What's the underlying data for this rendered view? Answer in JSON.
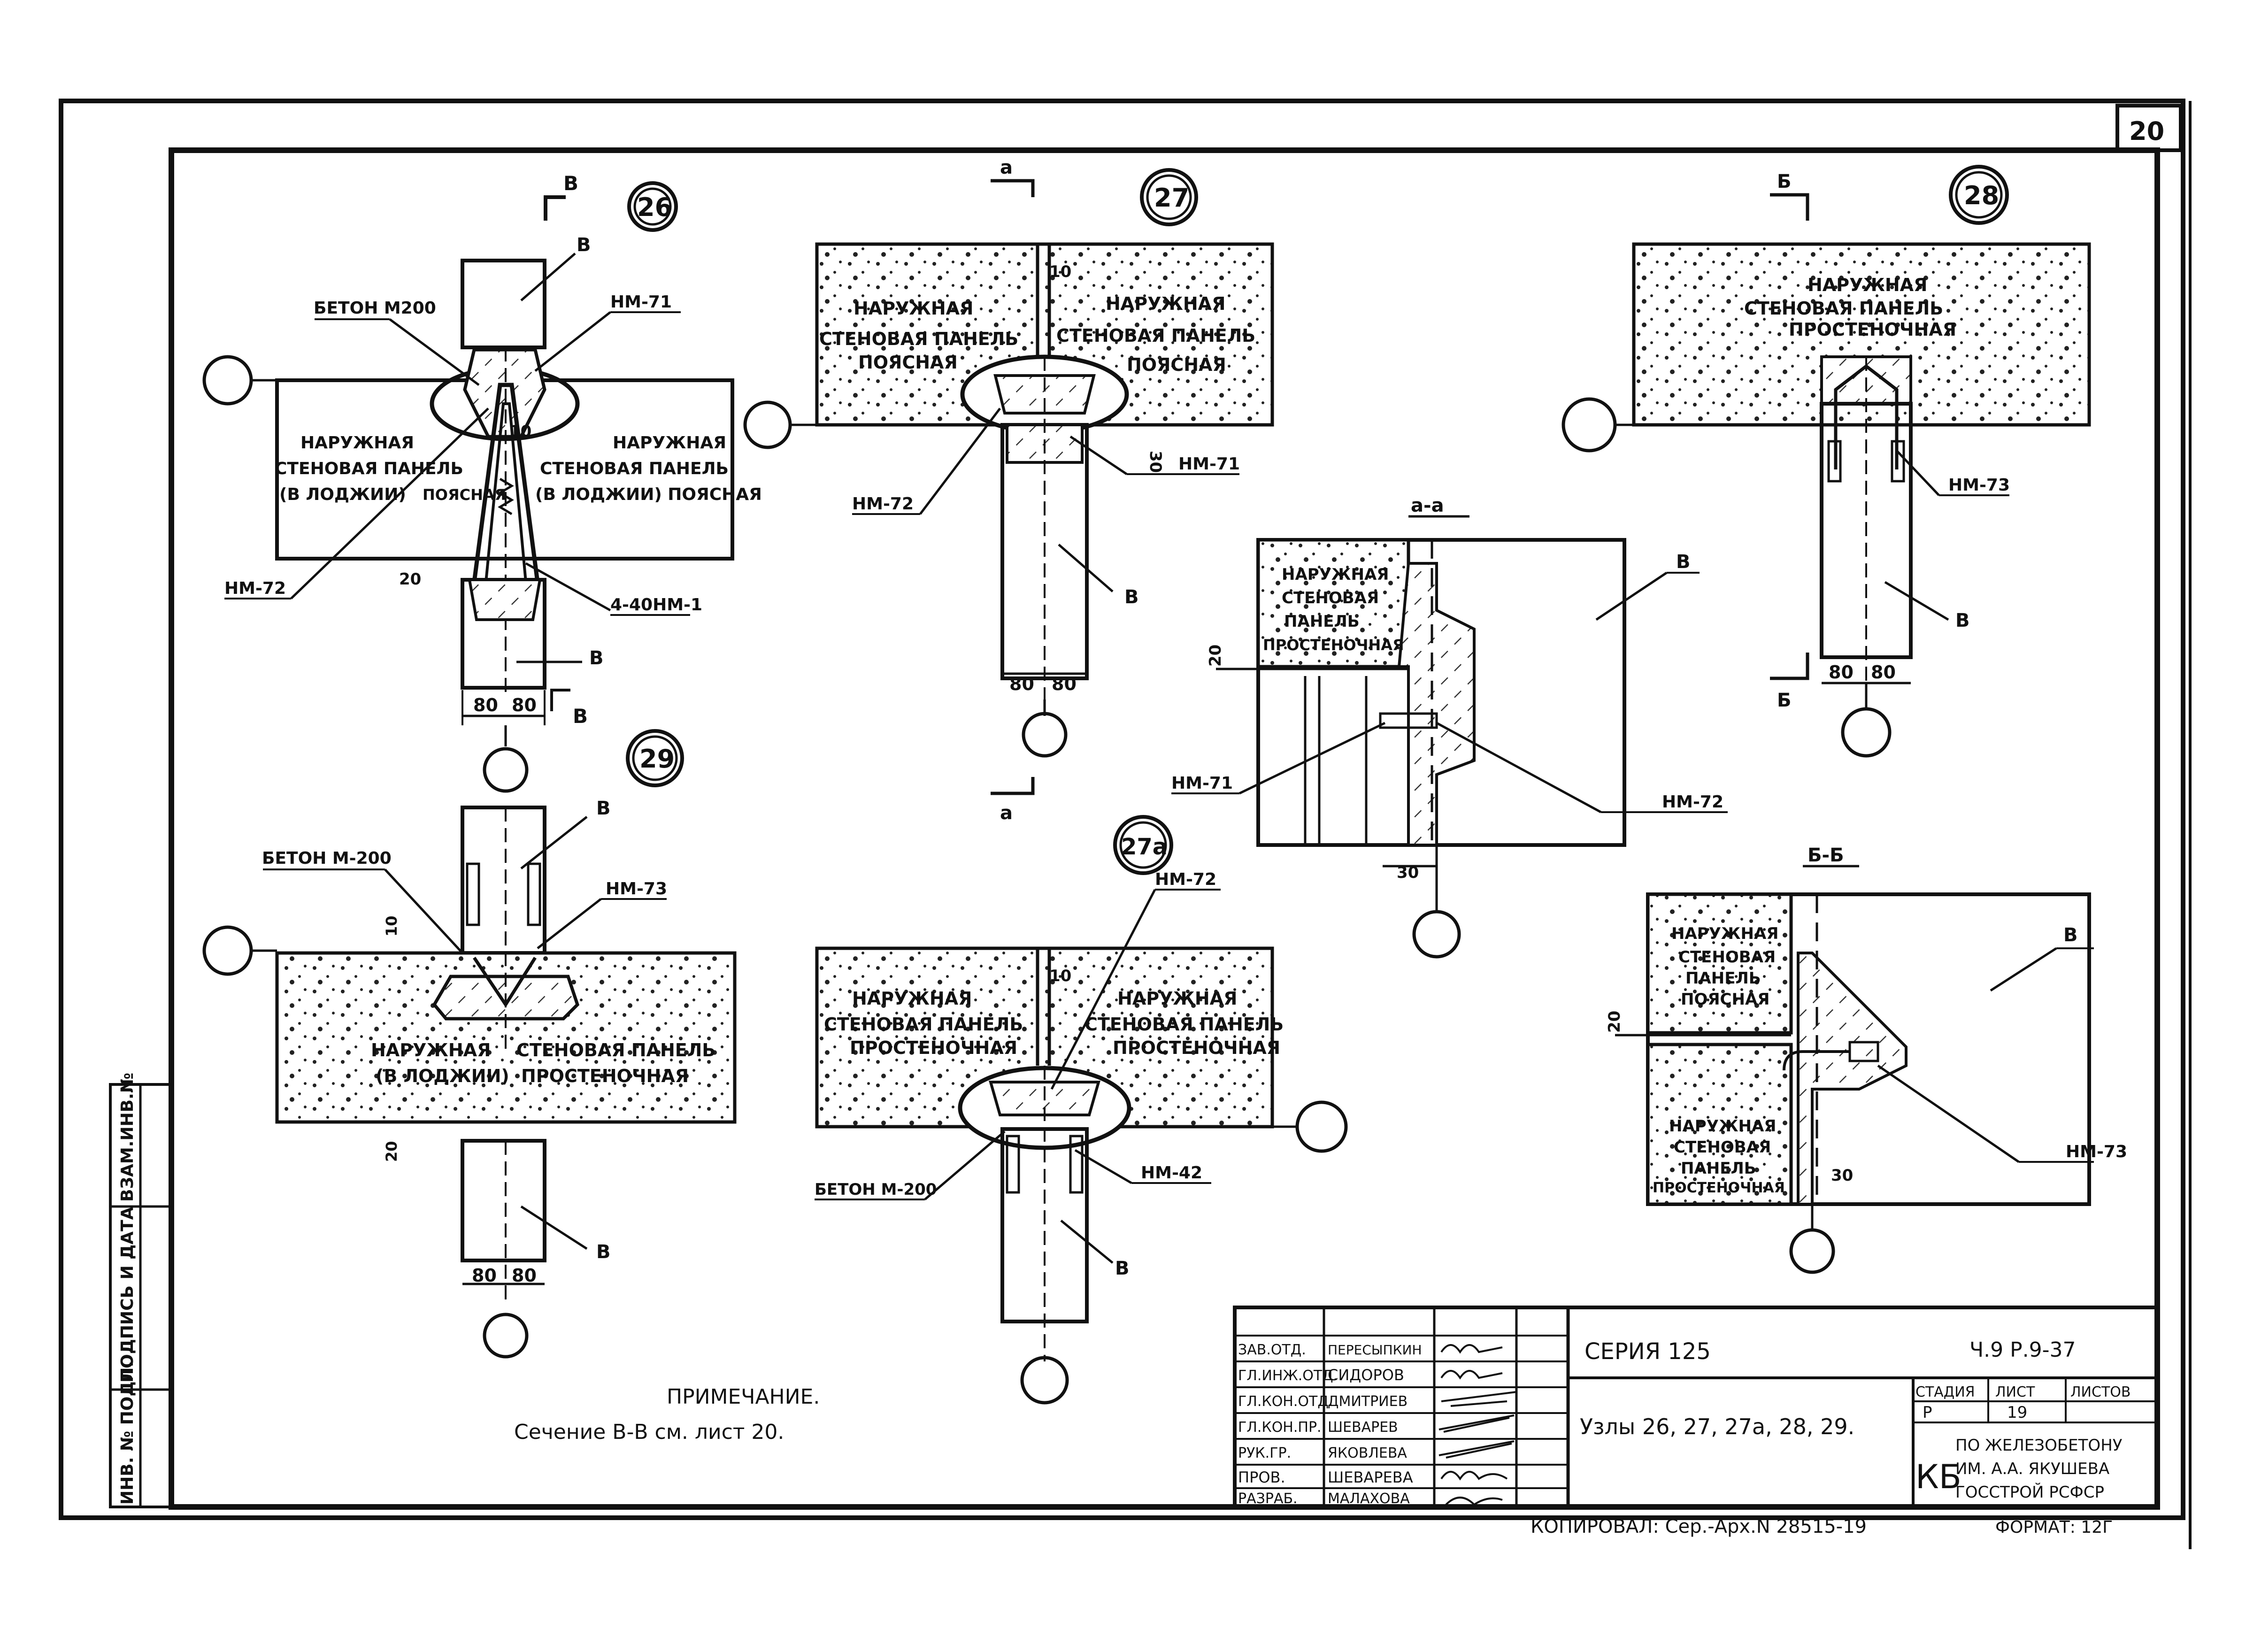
{
  "sheet": {
    "number": "20",
    "format": "ФОРМАТ: 12Г",
    "copied": "КОПИРОВАЛ: Сер.-Арх.N 28515-19"
  },
  "side_stamp": [
    "ИНВ. № ПОДЛ.",
    "ПОДПИСЬ И ДАТА",
    "ВЗАМ.ИНВ.№"
  ],
  "node26": {
    "id": "26",
    "section_mark": "В",
    "label_beton": "БЕТОН М200",
    "label_nm71": "НМ-71",
    "label_nm72": "НМ-72",
    "label_nm1": "4-40НМ-1",
    "dim_10": "10",
    "dim_20": "20",
    "dim_80a": "80",
    "dim_80b": "80",
    "label_v1": "В",
    "label_v2": "В",
    "left_panel": [
      "НАРУЖНАЯ",
      "СТЕНОВАЯ ПАНЕЛЬ",
      "(В ЛОДЖИИ)"
    ],
    "right_panel": [
      "НАРУЖНАЯ",
      "СТЕНОВАЯ ПАНЕЛЬ",
      "(В ЛОДЖИИ) ПОЯСНАЯ"
    ],
    "mid_word": "ПОЯСНАЯ"
  },
  "node27": {
    "id": "27",
    "section_mark": "а",
    "dim_10": "10",
    "dim_30": "30",
    "label_nm72": "НМ-72",
    "label_nm71": "НМ-71",
    "label_v": "В",
    "dim_80a": "80",
    "dim_80b": "80",
    "left_panel": [
      "НАРУЖНАЯ",
      "СТЕНОВАЯ ПАНЕЛЬ",
      "ПОЯСНАЯ"
    ],
    "right_panel": [
      "НАРУЖНАЯ",
      "СТЕНОВАЯ ПАНЕЛЬ",
      "ПОЯСНАЯ"
    ]
  },
  "node28": {
    "id": "28",
    "section_mark": "Б",
    "label_nm73": "НМ-73",
    "label_v": "В",
    "dim_80a": "80",
    "dim_80b": "80",
    "panel": [
      "НАРУЖНАЯ",
      "СТЕНОВАЯ ПАНЕЛЬ",
      "ПРОСТЕНОЧНАЯ"
    ]
  },
  "node29": {
    "id": "29",
    "label_beton": "БЕТОН М-200",
    "label_nm73": "НМ-73",
    "label_v1": "В",
    "label_v2": "В",
    "dim_10": "10",
    "dim_20": "20",
    "dim_80a": "80",
    "dim_80b": "80",
    "panel": [
      "НАРУЖНАЯ",
      "СТЕНОВАЯ ПАНЕЛЬ",
      "(В ЛОДЖИИ)",
      "ПРОСТЕНОЧНАЯ"
    ]
  },
  "node27a": {
    "id": "27а",
    "label_nm72": "НМ-72",
    "label_nm42": "НМ-42",
    "label_beton": "БЕТОН М-200",
    "label_v": "В",
    "dim_10": "10",
    "left_panel": [
      "НАРУЖНАЯ",
      "СТЕНОВАЯ ПАНЕЛЬ",
      "ПРОСТЕНОЧНАЯ"
    ],
    "right_panel": [
      "НАРУЖНАЯ",
      "СТЕНОВАЯ ПАНЕЛЬ",
      "ПРОСТЕНОЧНАЯ"
    ]
  },
  "section_aa": {
    "title": "а-а",
    "panel": [
      "НАРУЖНАЯ",
      "СТЕНОВАЯ",
      "ПАНЕЛЬ",
      "ПРОСТЕНОЧНАЯ"
    ],
    "label_v": "В",
    "label_nm71": "НМ-71",
    "label_nm72": "НМ-72",
    "dim_20": "20",
    "dim_30": "30"
  },
  "section_bb": {
    "title": "Б-Б",
    "panel_top": [
      "НАРУЖНАЯ",
      "СТЕНОВАЯ",
      "ПАНЕЛЬ",
      "ПОЯСНАЯ"
    ],
    "panel_bottom": [
      "НАРУЖНАЯ",
      "СТЕНОВАЯ",
      "ПАНЕЛЬ",
      "ПРОСТЕНОЧНАЯ"
    ],
    "label_v": "В",
    "label_nm73": "НМ-73",
    "dim_20": "20",
    "dim_30": "30"
  },
  "note": {
    "title": "ПРИМЕЧАНИЕ.",
    "text": "Сечение  В-В  см.  лист 20."
  },
  "title_block": {
    "roles": [
      "ЗАВ.ОТД.",
      "ГЛ.ИНЖ.ОТД.",
      "ГЛ.КОН.ОТД.",
      "ГЛ.КОН.ПР.",
      "РУК.ГР.",
      "ПРОВ.",
      "РАЗРАБ."
    ],
    "names": [
      "ПЕРЕСЫПКИН",
      "СИДОРОВ",
      "ДМИТРИЕВ",
      "ШЕВАРЕВ",
      "ЯКОВЛЕВА",
      "ШЕВАРЕВА",
      "МАЛАХОВА"
    ],
    "series": "СЕРИЯ 125",
    "part": "Ч.9 Р.9-37",
    "content": "Узлы  26, 27, 27а, 28, 29.",
    "stage_h": "СТАДИЯ",
    "sheet_h": "ЛИСТ",
    "sheets_h": "ЛИСТОВ",
    "stage_v": "Р",
    "sheet_v": "19",
    "org_abbr": "КБ",
    "org": [
      "ПО ЖЕЛЕЗОБЕТОНУ",
      "ИМ. А.А. ЯКУШЕВА",
      "ГОССТРОЙ РСФСР"
    ]
  }
}
